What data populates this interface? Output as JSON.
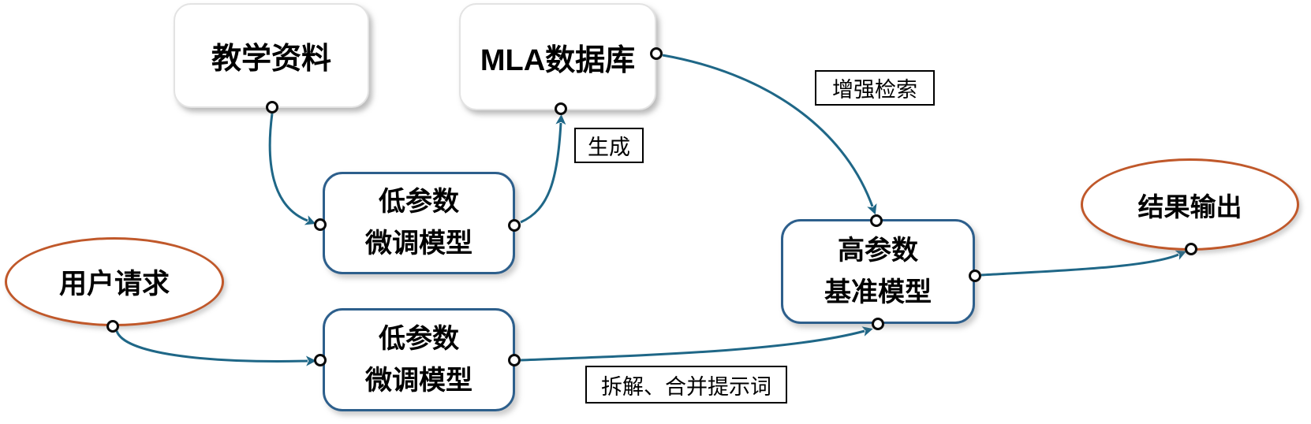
{
  "colors": {
    "connector_line": "#1f6787",
    "model_box_border": "#2d5f8c",
    "terminal_ellipse_border": "#c0582a",
    "plain_box_border": "#e3e3e3",
    "edge_label_border": "#000000",
    "text": "#000000",
    "background": "#ffffff"
  },
  "nodes": {
    "teaching_materials": {
      "label": "教学资料"
    },
    "mla_database": {
      "label": "MLA数据库"
    },
    "finetune_top": {
      "line1": "低参数",
      "line2": "微调模型"
    },
    "finetune_bottom": {
      "line1": "低参数",
      "line2": "微调模型"
    },
    "high_param_base": {
      "line1": "高参数",
      "line2": "基准模型"
    },
    "user_request": {
      "label": "用户请求"
    },
    "result_output": {
      "label": "结果输出"
    }
  },
  "edge_labels": {
    "generate": "生成",
    "enhanced_retrieval": "增强检索",
    "decompose_merge": "拆解、合并提示词"
  },
  "edges": [
    {
      "from": "教学资料",
      "to": "低参数微调模型(上)",
      "label": ""
    },
    {
      "from": "低参数微调模型(上)",
      "to": "MLA数据库",
      "label": "生成"
    },
    {
      "from": "MLA数据库",
      "to": "高参数基准模型",
      "label": "增强检索"
    },
    {
      "from": "用户请求",
      "to": "低参数微调模型(下)",
      "label": ""
    },
    {
      "from": "低参数微调模型(下)",
      "to": "高参数基准模型",
      "label": "拆解、合并提示词"
    },
    {
      "from": "高参数基准模型",
      "to": "结果输出",
      "label": ""
    }
  ]
}
